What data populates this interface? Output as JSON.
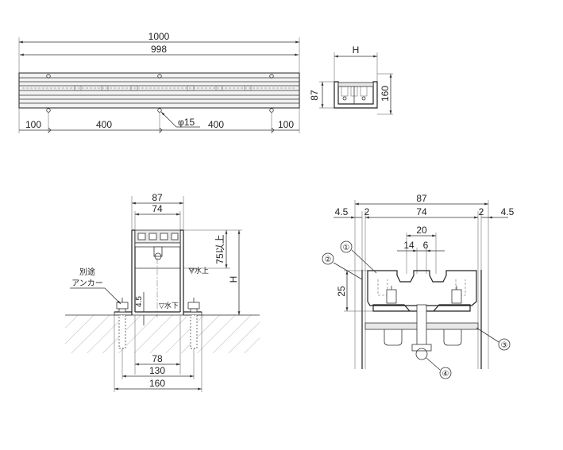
{
  "top_view": {
    "dim_1000": "1000",
    "dim_998": "998",
    "dim_100_left": "100",
    "dim_400_left": "400",
    "dim_400_right": "400",
    "dim_100_right": "100",
    "dim_phi15": "φ15"
  },
  "end_view": {
    "dim_h": "H",
    "dim_87": "87",
    "dim_160": "160"
  },
  "section_view": {
    "dim_87": "87",
    "dim_74": "74",
    "dim_75": "75以上",
    "dim_h": "H",
    "dim_4_5": "4.5",
    "dim_78": "78",
    "dim_130": "130",
    "dim_160": "160",
    "label_anchor_1": "別途",
    "label_anchor_2": "アンカー",
    "label_water_top": "▽水上",
    "label_water_bottom": "▽水下"
  },
  "detail_view": {
    "dim_87": "87",
    "dim_4_5_left": "4.5",
    "dim_2_left": "2",
    "dim_74": "74",
    "dim_2_right": "2",
    "dim_4_5_right": "4.5",
    "dim_20": "20",
    "dim_14": "14",
    "dim_6": "6",
    "dim_25": "25",
    "callout_1": "①",
    "callout_2": "②",
    "callout_3": "③",
    "callout_4": "④"
  }
}
